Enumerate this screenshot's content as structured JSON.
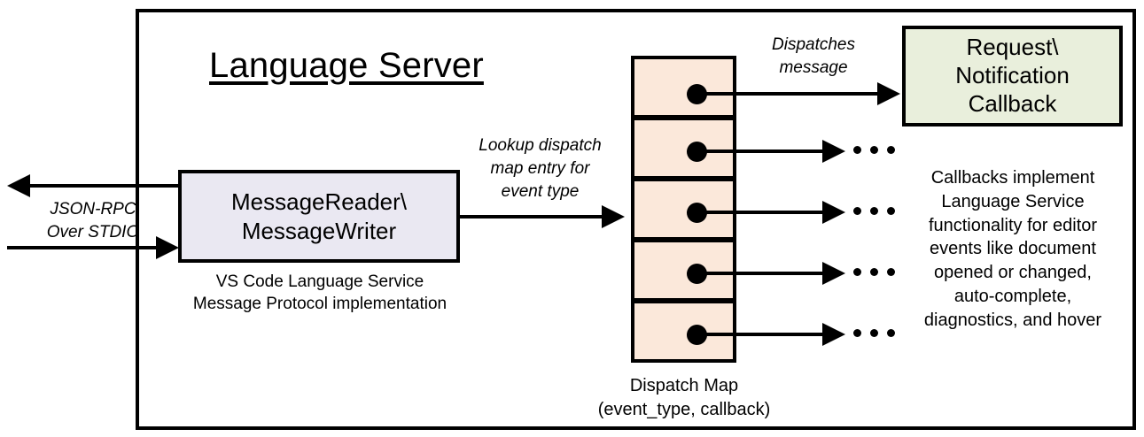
{
  "diagram": {
    "title": "Language Server",
    "outer_container_name": "Language Server",
    "external_channel": {
      "label": "JSON-RPC\nOver STDIO",
      "inbound_arrow": "arrow-into-message-reader",
      "outbound_arrow": "arrow-out-of-language-server"
    },
    "message_node": {
      "title": "MessageReader\\\nMessageWriter",
      "caption": "VS Code Language Service\nMessage Protocol implementation",
      "fill_color": "#eae8f2",
      "border_color": "#000000"
    },
    "lookup_edge": {
      "label": "Lookup dispatch\nmap entry for\nevent type"
    },
    "dispatch_map": {
      "caption": "Dispatch Map\n(event_type, callback)",
      "fill_color": "#fbe8da",
      "border_color": "#000000",
      "entry_count": 5,
      "entries": [
        {
          "index": 1,
          "dot": "callback-pointer",
          "target": "Request\\Notification Callback"
        },
        {
          "index": 2,
          "dot": "callback-pointer",
          "target": "..."
        },
        {
          "index": 3,
          "dot": "callback-pointer",
          "target": "..."
        },
        {
          "index": 4,
          "dot": "callback-pointer",
          "target": "..."
        },
        {
          "index": 5,
          "dot": "callback-pointer",
          "target": "..."
        }
      ],
      "ellipsis": "..."
    },
    "dispatch_edge": {
      "label": "Dispatches\nmessage"
    },
    "callback_node": {
      "title": "Request\\\nNotification\nCallback",
      "caption": "Callbacks implement\nLanguage Service\nfunctionality for editor\nevents like document\nopened or changed,\nauto-complete,\ndiagnostics, and hover",
      "fill_color": "#e9efdc",
      "border_color": "#000000"
    }
  }
}
